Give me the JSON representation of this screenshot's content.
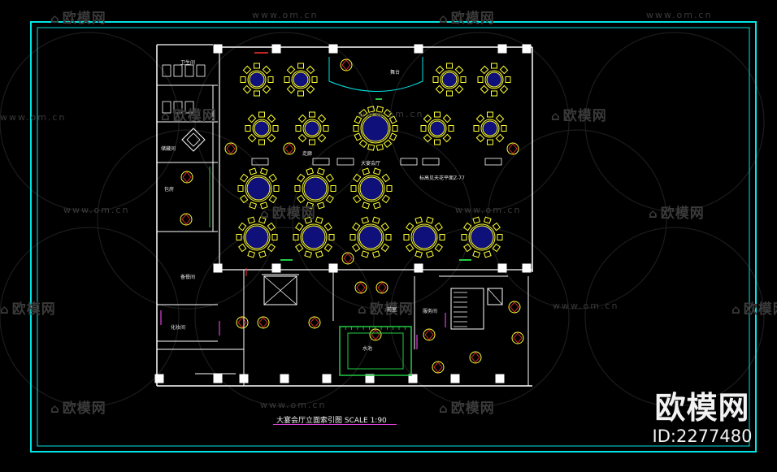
{
  "drawing": {
    "caption": "大宴会厅立面索引图 SCALE 1:90",
    "room_labels": {
      "banquet_hall": "大宴会厅",
      "index_note": "标高见天花平面Z-77",
      "stage": "舞台",
      "corridor": "走廊",
      "storage": "储藏间",
      "room_a": "包房",
      "room_b": "备餐间",
      "room_c": "化妆间",
      "washroom": "卫生间",
      "service": "服务间",
      "pool": "水池",
      "entry": "前室"
    }
  },
  "watermark": {
    "brand_text": "欧模网",
    "url_text": "www.om.cn"
  },
  "brand": {
    "logo": "欧模网",
    "id": "ID:2277480"
  },
  "colors": {
    "background": "#000000",
    "frame": "#00e5e5",
    "wall": "#ffffff",
    "furniture": "#ffff33",
    "table_fill": "#10107a",
    "accent": "#e040e0",
    "green": "#22cc44",
    "red": "#ff3030"
  }
}
